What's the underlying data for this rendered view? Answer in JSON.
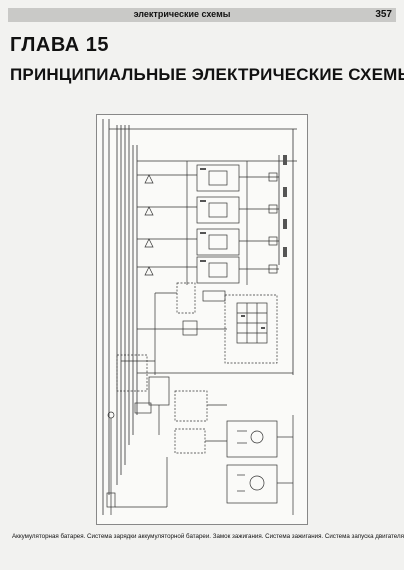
{
  "header": {
    "running_title": "электрические схемы",
    "page_number": "357"
  },
  "chapter": {
    "label": "ГЛАВА 15",
    "title": "ПРИНЦИПИАЛЬНЫЕ ЭЛЕКТРИЧЕСКИЕ СХЕМЫ"
  },
  "caption": "Аккумуляторная батарея. Система зарядки аккумуляторной батареи. Замок зажигания. Система зажигания. Система запуска двигателя."
}
